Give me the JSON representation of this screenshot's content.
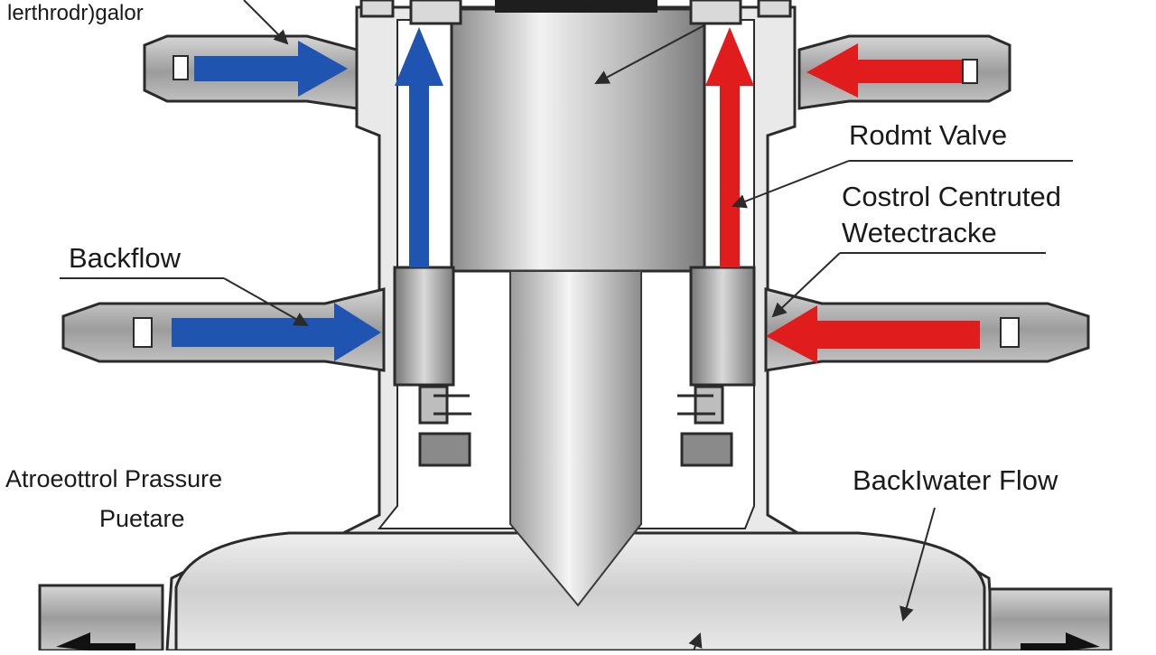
{
  "diagram": {
    "colors": {
      "supply_arrow": "#1f55b0",
      "return_arrow": "#e01c1c",
      "metal_dark": "#6e6e6e",
      "metal_mid": "#a9a9a9",
      "metal_light": "#e6e6e6",
      "outline": "#2b2b2b"
    },
    "labels": {
      "top_left": "lerthrodr)galor",
      "reducer_valve": "Rodmt Valve",
      "control_line1": "Costrol Centruted",
      "control_line2": "Wetectracke",
      "backflow": "Backflow",
      "pressure_line1": "Atroeottrol Prassure",
      "pressure_line2": "Puetare",
      "backwater": "BackIwater Flow"
    }
  }
}
